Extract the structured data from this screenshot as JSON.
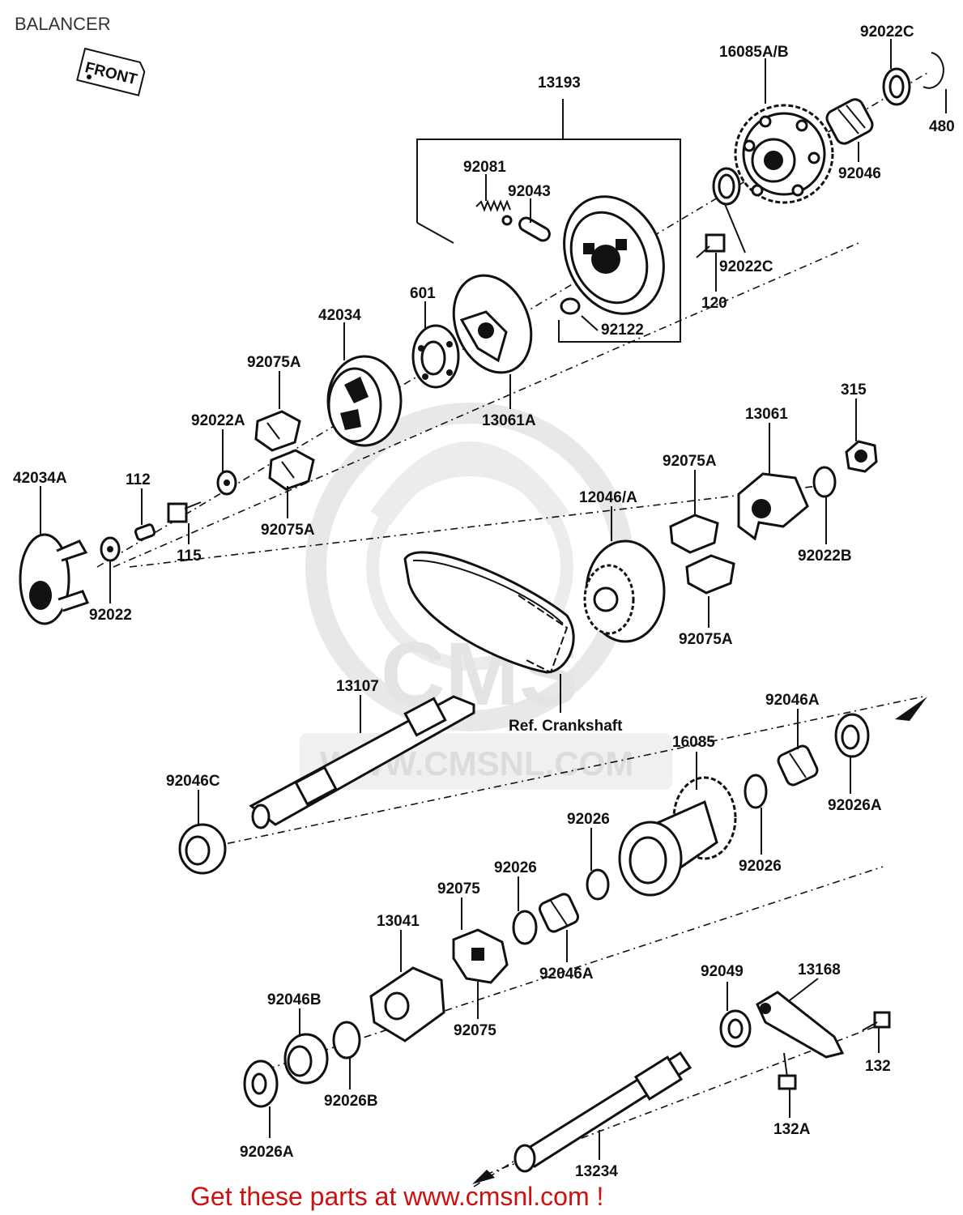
{
  "title": "BALANCER",
  "front_label": "FRONT",
  "watermark": {
    "brand": "CMS",
    "url": "WWW.CMSNL.COM"
  },
  "footer": "Get these parts at www.cmsnl.com !",
  "callouts": {
    "p13193": "13193",
    "p92081": "92081",
    "p92043": "92043",
    "p16085AB": "16085A/B",
    "p92022C_top": "92022C",
    "p480": "480",
    "p92046_top": "92046",
    "p92022C_mid": "92022C",
    "p120": "120",
    "p92122": "92122",
    "p601": "601",
    "p42034": "42034",
    "p13061A": "13061A",
    "p92075A_1": "92075A",
    "p92022A": "92022A",
    "p92075A_2": "92075A",
    "p42034A": "42034A",
    "p112": "112",
    "p115": "115",
    "p92022": "92022",
    "p315": "315",
    "p13061": "13061",
    "p92075A_3": "92075A",
    "p12046A": "12046/A",
    "p92022B": "92022B",
    "p92075A_4": "92075A",
    "p13107": "13107",
    "pRefCrank": "Ref. Crankshaft",
    "p92046A_1": "92046A",
    "p16085": "16085",
    "p92026A_1": "92026A",
    "p92046C": "92046C",
    "p92026_1": "92026",
    "p92026_2": "92026",
    "p92026_3": "92026",
    "p92075_1": "92075",
    "p13041": "13041",
    "p92046A_2": "92046A",
    "p92075_2": "92075",
    "p92046B": "92046B",
    "p92049": "92049",
    "p13168": "13168",
    "p132": "132",
    "p92026B": "92026B",
    "p132A": "132A",
    "p92026A_2": "92026A",
    "p13234": "13234"
  }
}
